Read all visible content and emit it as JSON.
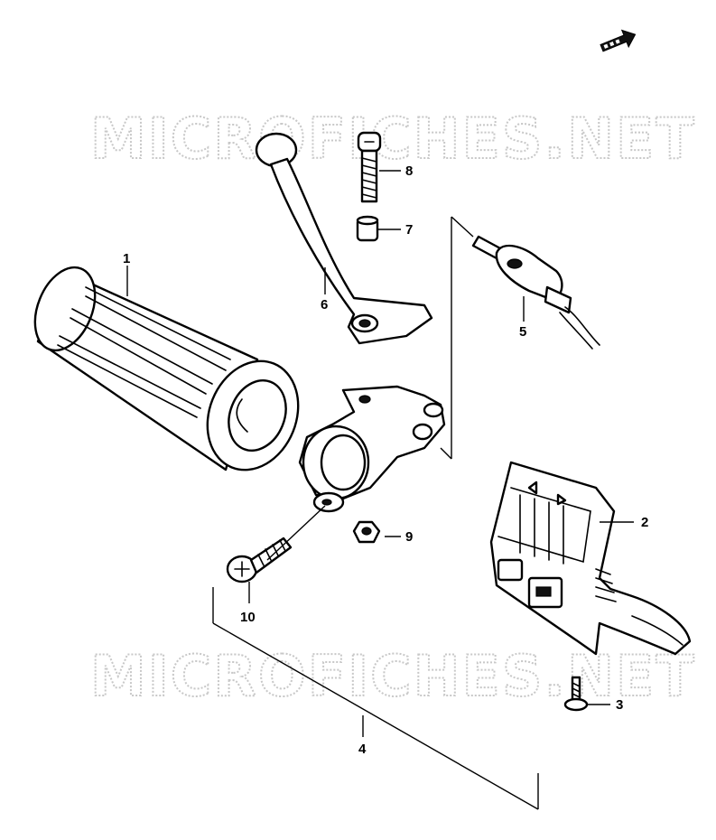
{
  "watermark": {
    "text_top": "MICROFICHES.NET",
    "text_bottom": "MICROFICHES.NET"
  },
  "callouts": {
    "c1": "1",
    "c2": "2",
    "c3": "3",
    "c4": "4",
    "c5": "5",
    "c6": "6",
    "c7": "7",
    "c8": "8",
    "c9": "9",
    "c10": "10"
  },
  "icons": {
    "direction": "front-arrow-icon"
  },
  "colors": {
    "ink": "#000000",
    "watermark": "#c8c8c8",
    "background": "#ffffff"
  }
}
